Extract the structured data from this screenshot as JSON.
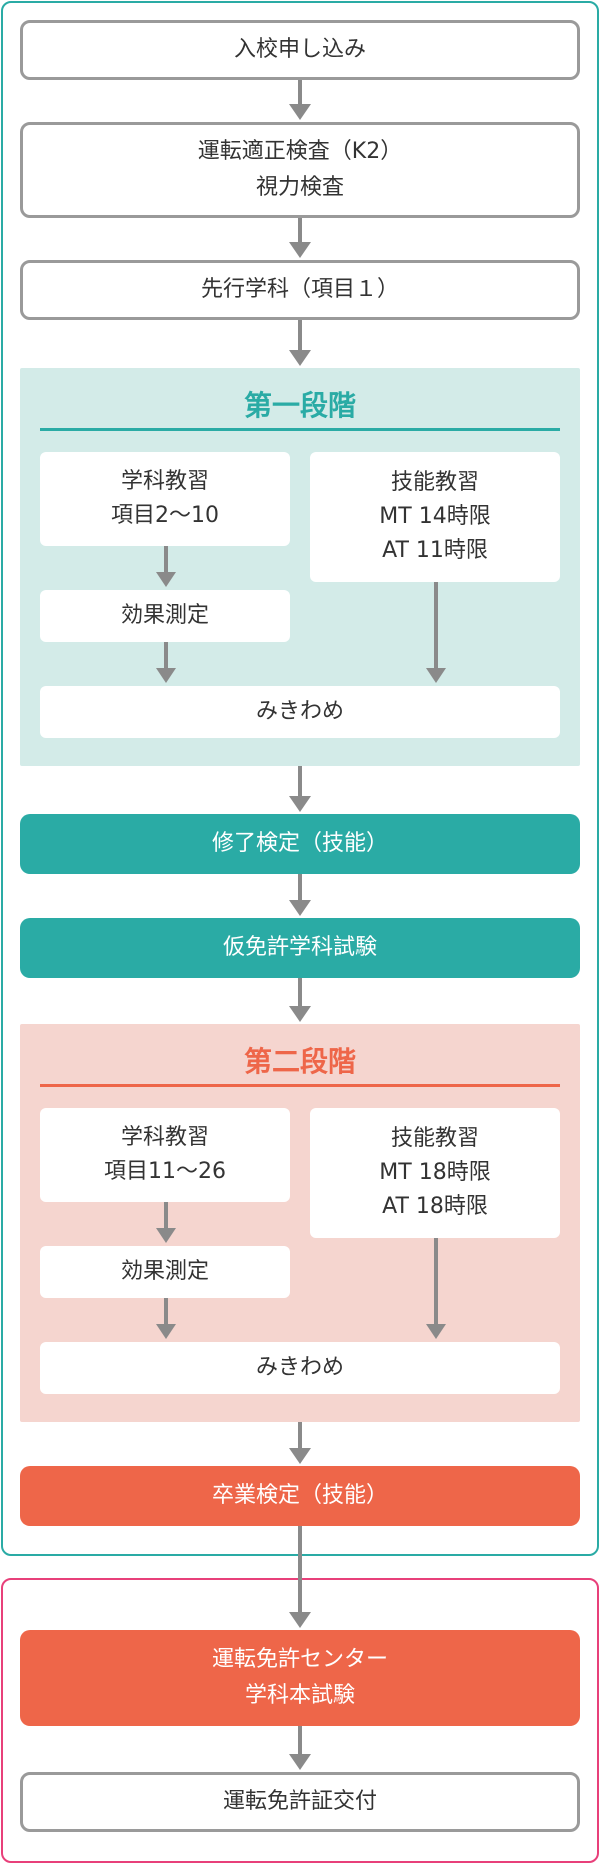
{
  "colors": {
    "teal": "#2aaba5",
    "orange": "#ee6649",
    "pink": "#e8407a",
    "stage1_bg": "#d3ebe8",
    "stage2_bg": "#f5d5cf",
    "arrow": "#8a8a8a"
  },
  "steps": {
    "enroll": "入校申し込み",
    "aptitude_line1": "運転適正検査（K2）",
    "aptitude_line2": "視力検査",
    "advance_study": "先行学科（項目１）",
    "exam_skill": "修了検定（技能）",
    "provisional": "仮免許学科試験",
    "graduation": "卒業検定（技能）",
    "center_line1": "運転免許センター",
    "center_line2": "学科本試験",
    "license": "運転免許証交付"
  },
  "stage1": {
    "title": "第一段階",
    "academic_title": "学科教習",
    "academic_items": "項目2〜10",
    "effect": "効果測定",
    "skill_title": "技能教習",
    "skill_mt": "MT 14時限",
    "skill_at": "AT 11時限",
    "assess": "みきわめ"
  },
  "stage2": {
    "title": "第二段階",
    "academic_title": "学科教習",
    "academic_items": "項目11〜26",
    "effect": "効果測定",
    "skill_title": "技能教習",
    "skill_mt": "MT 18時限",
    "skill_at": "AT 18時限",
    "assess": "みきわめ"
  }
}
